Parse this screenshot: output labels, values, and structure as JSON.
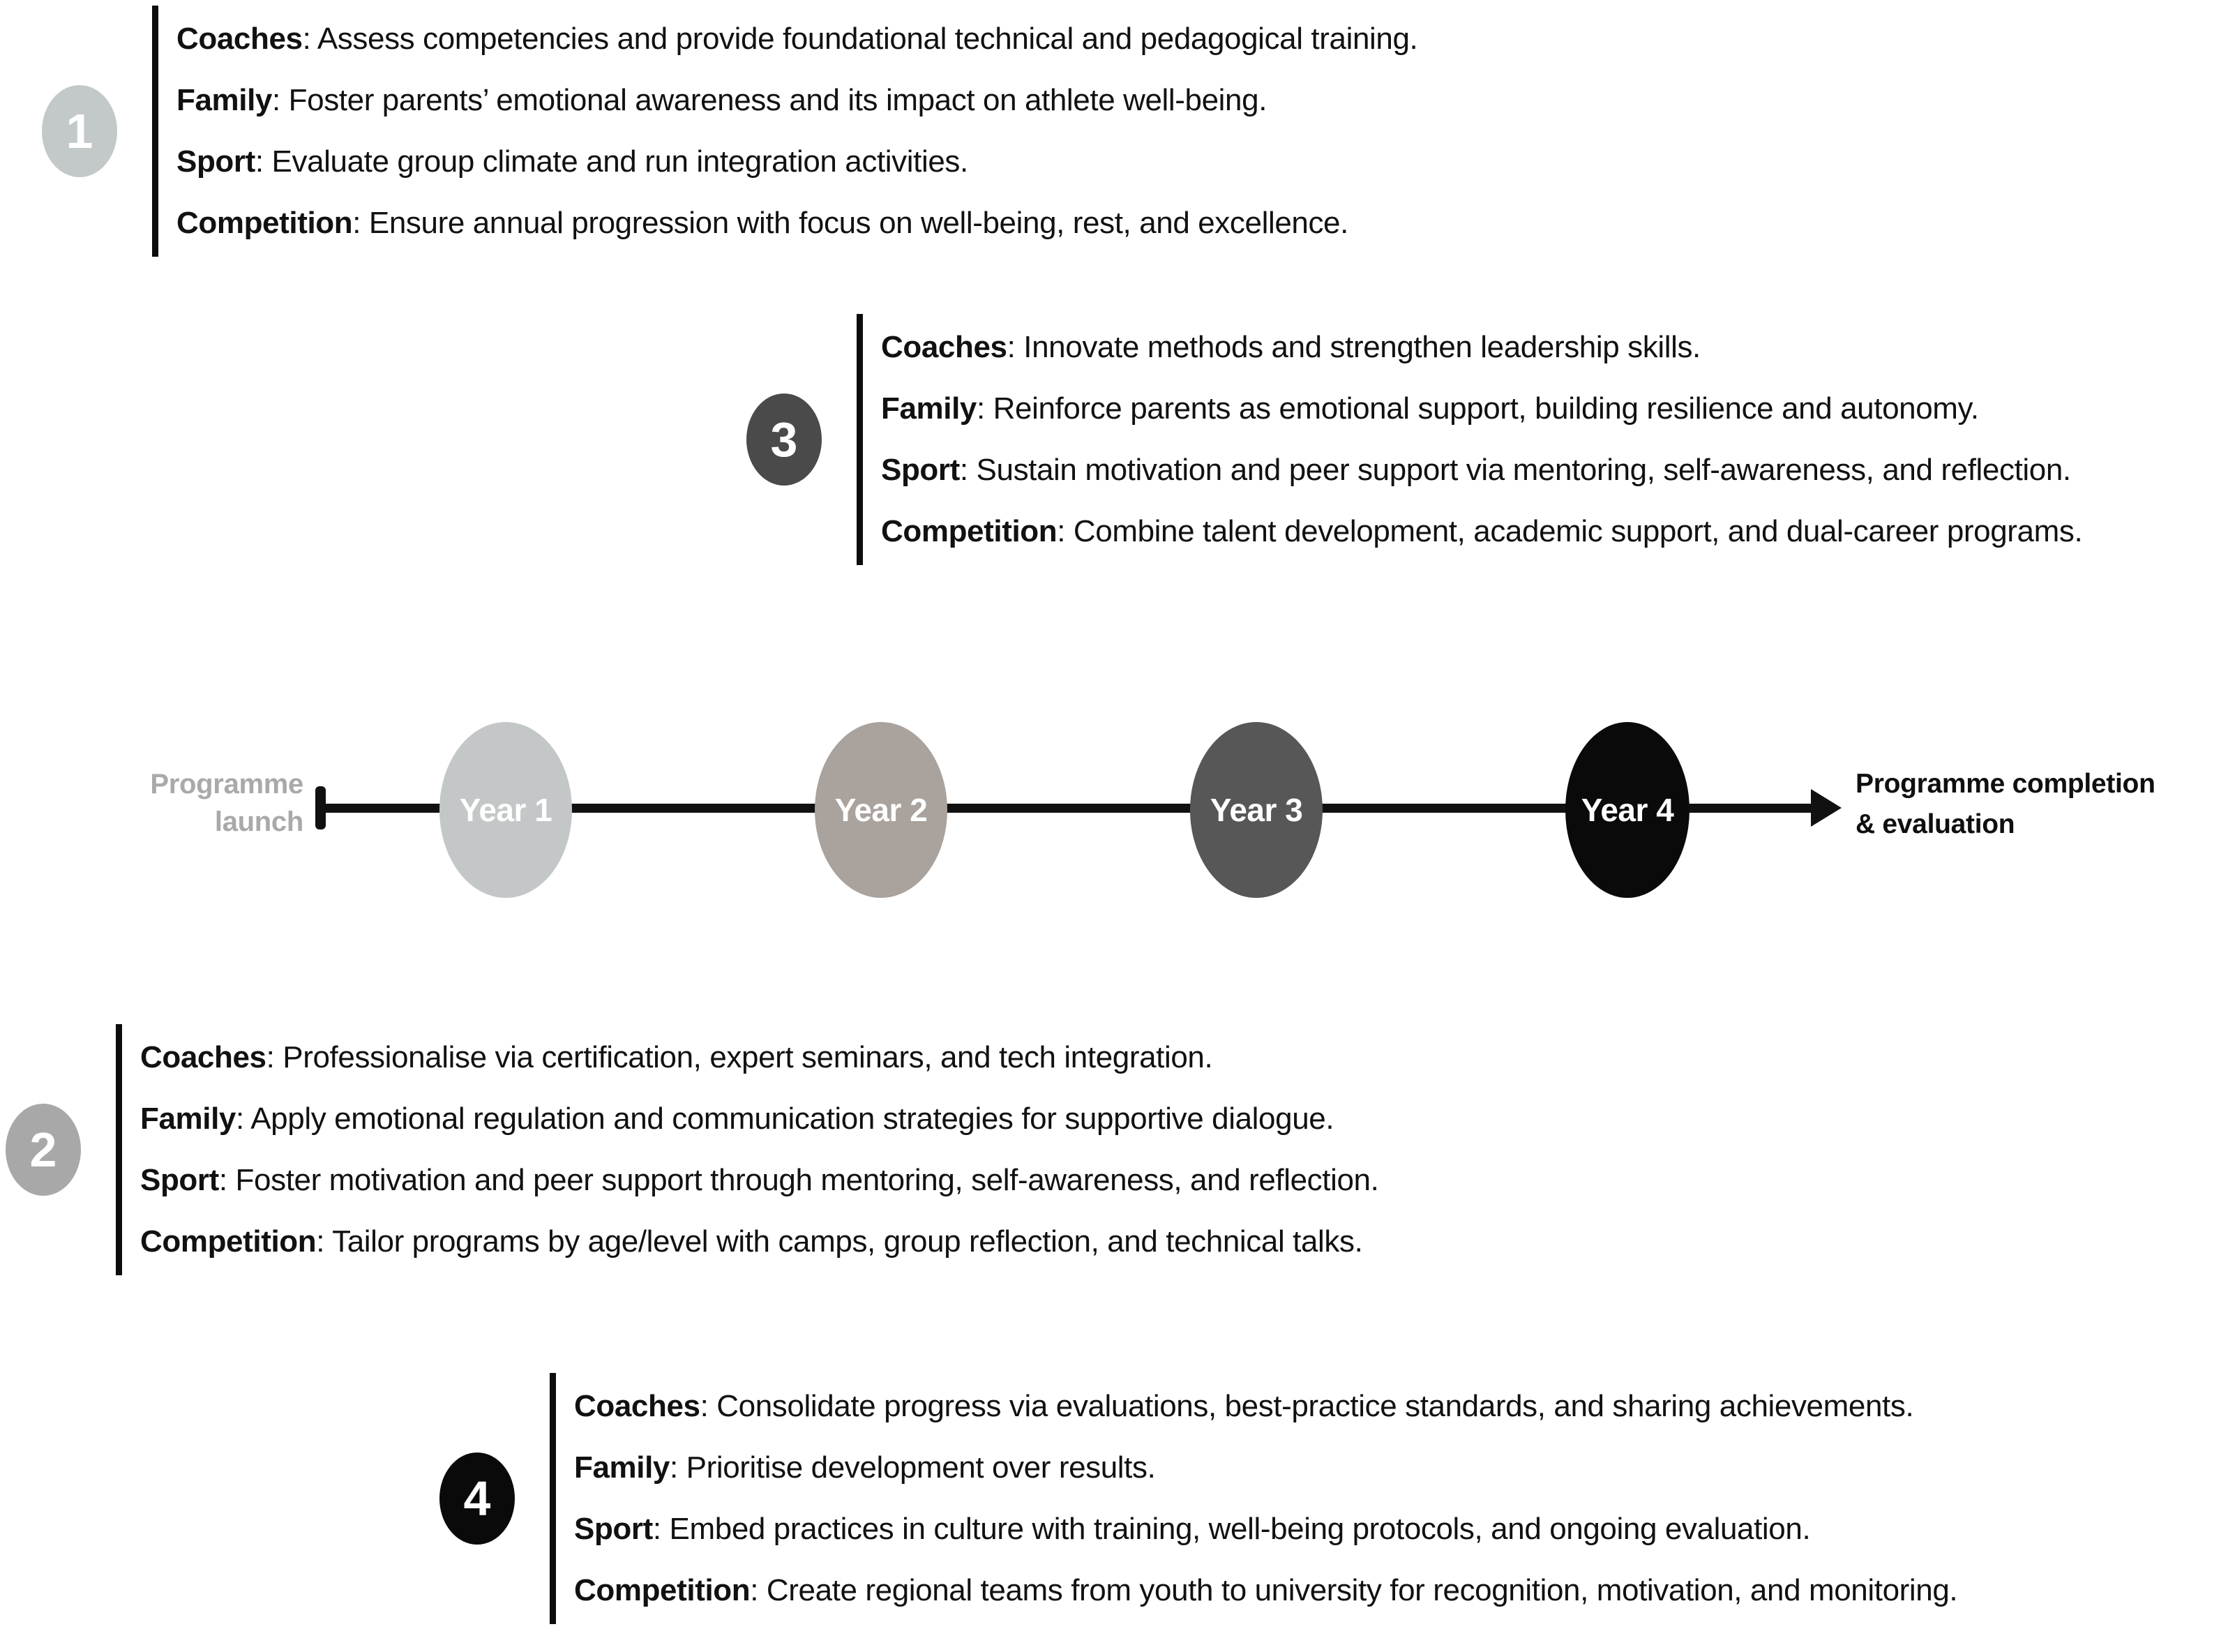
{
  "steps": [
    {
      "number": "1",
      "badge_color": "#c3c8c8",
      "lines": [
        {
          "role": "Coaches",
          "sep": ": ",
          "text": "Assess competencies and provide foundational technical and pedagogical training."
        },
        {
          "role": "Family",
          "sep": ": ",
          "text": "Foster parents’ emotional awareness and its impact on athlete well-being."
        },
        {
          "role": "Sport",
          "sep": ": ",
          "text": "Evaluate group climate and run integration activities."
        },
        {
          "role": "Competition",
          "sep": ": ",
          "text": "Ensure annual progression with focus on well-being, rest, and excellence."
        }
      ]
    },
    {
      "number": "3",
      "badge_color": "#4a4a4a",
      "lines": [
        {
          "role": "Coaches",
          "sep": ": ",
          "text": "Innovate methods and strengthen leadership skills."
        },
        {
          "role": "Family",
          "sep": ": ",
          "text": "Reinforce parents as emotional support, building resilience and autonomy."
        },
        {
          "role": "Sport",
          "sep": ": ",
          "text": "Sustain motivation and peer support via mentoring, self-awareness, and reflection."
        },
        {
          "role": "Competition",
          "sep": ": ",
          "text": "Combine talent development, academic support, and dual-career programs."
        }
      ]
    },
    {
      "number": "2",
      "badge_color": "#a8a8a8",
      "lines": [
        {
          "role": "Coaches",
          "sep": ": ",
          "text": "Professionalise via certification, expert seminars, and tech integration."
        },
        {
          "role": "Family",
          "sep": ": ",
          "text": "Apply emotional regulation and communication strategies for supportive dialogue."
        },
        {
          "role": "Sport",
          "sep": ": ",
          "text": "Foster motivation and peer support through mentoring, self-awareness, and reflection."
        },
        {
          "role": "Competition",
          "sep": ": ",
          "text": "Tailor programs by age/level with camps, group reflection, and technical talks."
        }
      ]
    },
    {
      "number": "4",
      "badge_color": "#0a0a0a",
      "lines": [
        {
          "role": "Coaches",
          "sep": ": ",
          "text": "Consolidate progress via evaluations, best-practice standards, and sharing achievements."
        },
        {
          "role": "Family",
          "sep": ": ",
          "text": "Prioritise development over results."
        },
        {
          "role": "Sport",
          "sep": ": ",
          "text": "Embed practices in culture with training, well-being protocols, and ongoing evaluation."
        },
        {
          "role": "Competition",
          "sep": ": ",
          "text": "Create regional teams from youth to university for recognition, motivation, and monitoring."
        }
      ]
    }
  ],
  "timeline": {
    "start_label_line1": "Programme",
    "start_label_line2": "launch",
    "end_label_line1": "Programme  completion",
    "end_label_line2": "& evaluation",
    "nodes": [
      {
        "label": "Year 1",
        "color": "#c3c7c7"
      },
      {
        "label": "Year 2",
        "color": "#a9a29d"
      },
      {
        "label": "Year 3",
        "color": "#575757"
      },
      {
        "label": "Year 4",
        "color": "#0a0a0a"
      }
    ]
  }
}
